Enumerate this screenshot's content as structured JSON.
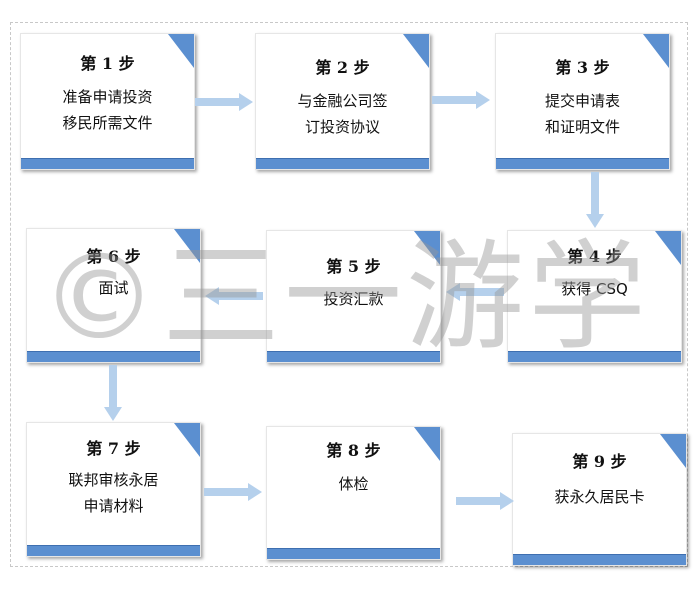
{
  "colors": {
    "accent": "#5b8fd0",
    "arrow": "#b5d0ec",
    "fold": "#5b8fd0"
  },
  "watermark": "©三一游学",
  "steps": [
    {
      "label": "第 1 步",
      "text": "准备申请投资\n移民所需文件"
    },
    {
      "label": "第 2 步",
      "text": "与金融公司签\n订投资协议"
    },
    {
      "label": "第 3 步",
      "text": "提交申请表\n和证明文件"
    },
    {
      "label": "第 4 步",
      "text": "获得 CSQ"
    },
    {
      "label": "第 5 步",
      "text": "投资汇款"
    },
    {
      "label": "第 6 步",
      "text": "面试"
    },
    {
      "label": "第 7 步",
      "text": "联邦审核永居\n申请材料"
    },
    {
      "label": "第 8 步",
      "text": "体检"
    },
    {
      "label": "第 9 步",
      "text": "获永久居民卡"
    }
  ]
}
